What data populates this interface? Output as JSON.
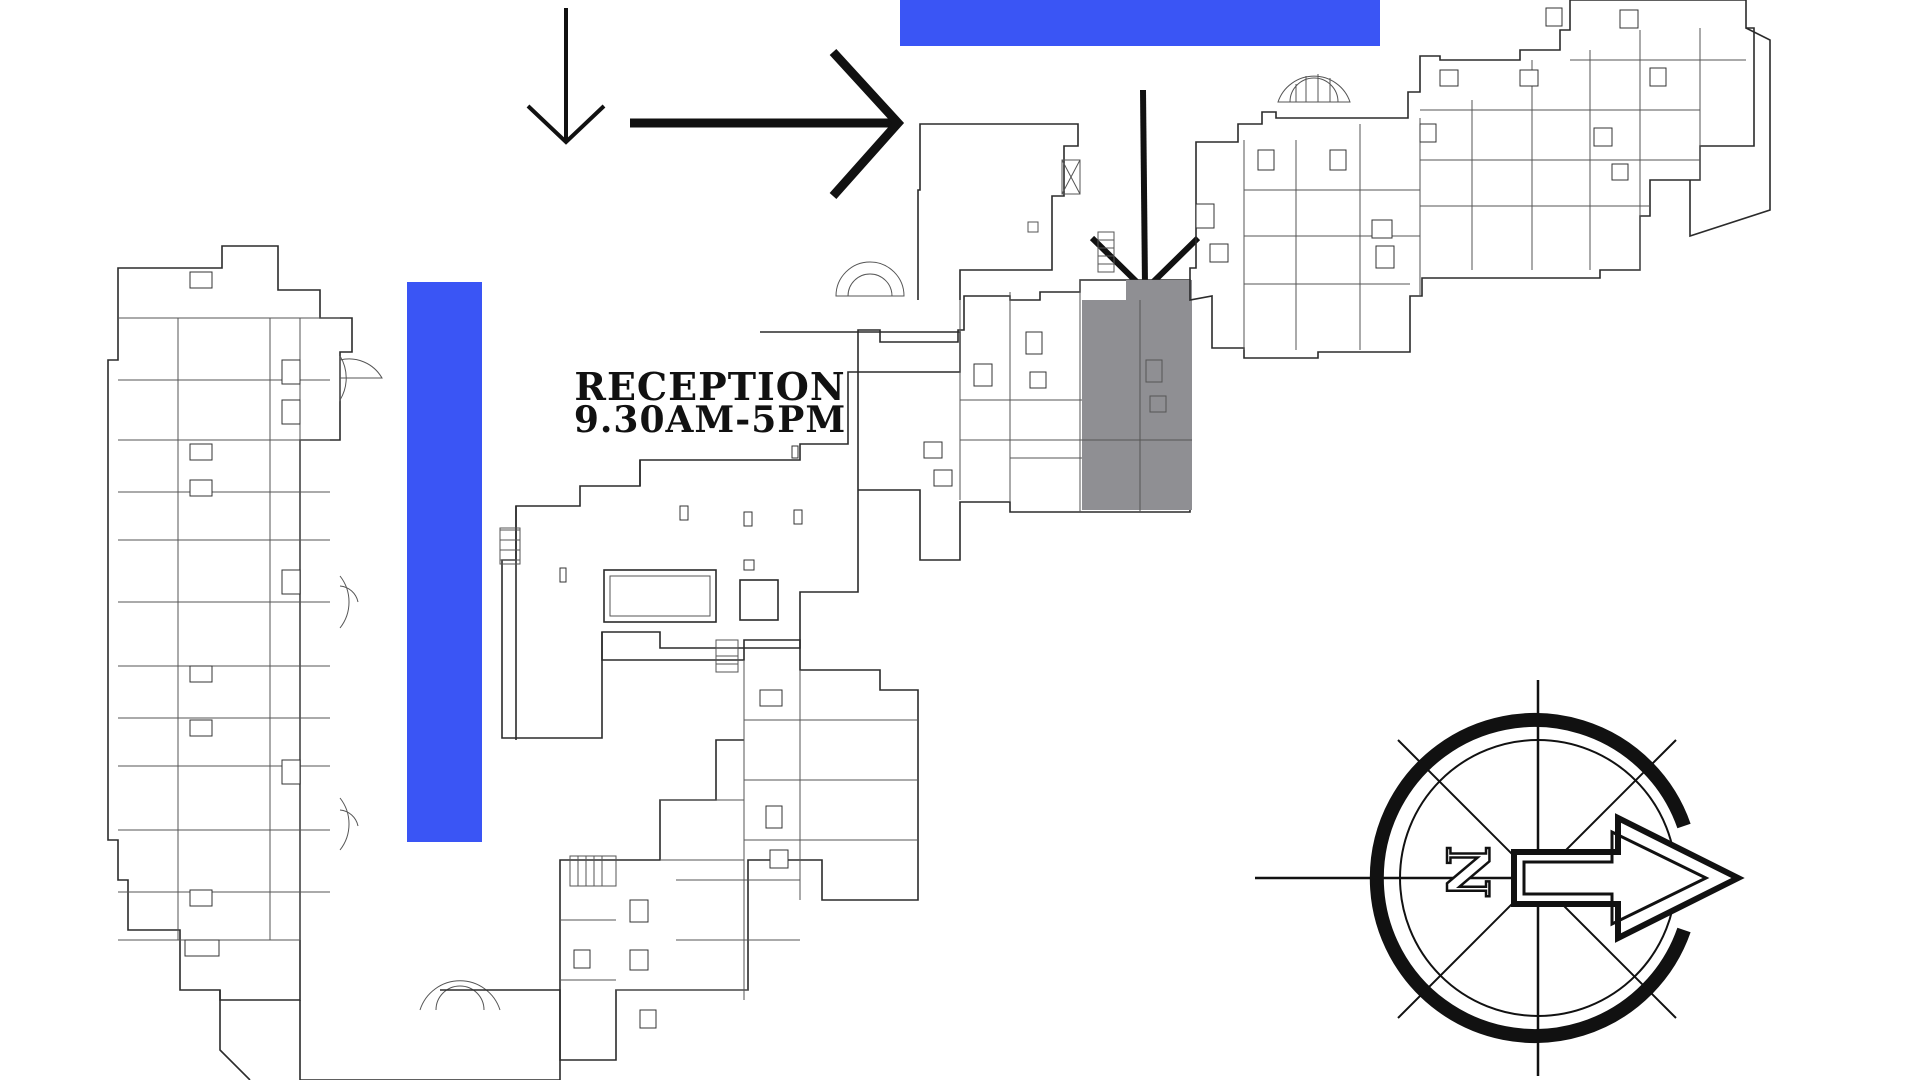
{
  "map": {
    "reception_title": "RECEPTION",
    "reception_hours": "9.30AM-5PM",
    "compass_letter": "N",
    "colors": {
      "highlight_bar": "#3a55f5",
      "selected_unit": "#8f8f93",
      "linework": "#2b2b2b",
      "background": "#ffffff"
    },
    "icons": [
      "down-arrow-icon",
      "right-arrow-icon",
      "pointer-arrow-icon",
      "compass-rose-icon",
      "north-arrow-icon"
    ]
  }
}
